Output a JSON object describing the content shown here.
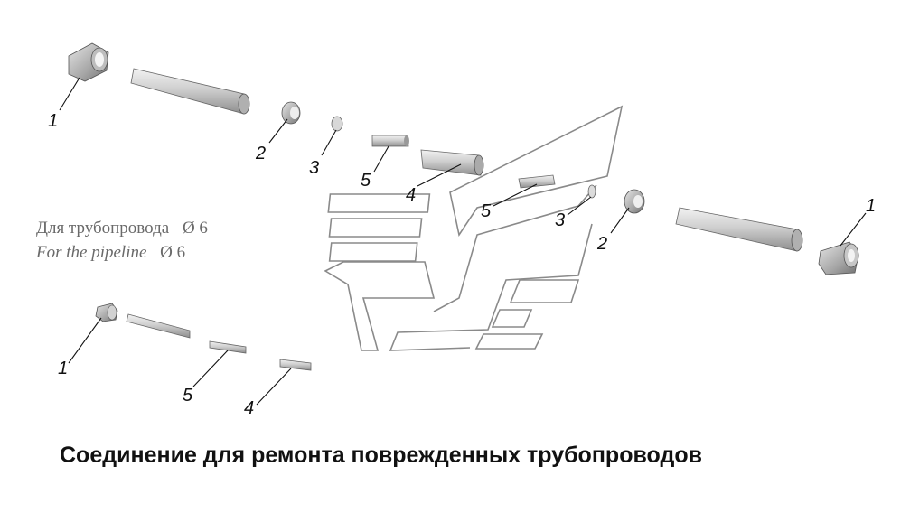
{
  "note": {
    "line_ru": "Для трубопровода",
    "line_en": "For the pipeline",
    "diameter_ru": "Ø 6",
    "diameter_en": "Ø 6"
  },
  "callouts": {
    "top_left_1": "1",
    "top_2": "2",
    "top_3": "3",
    "top_5": "5",
    "top_4": "4",
    "mid_5": "5",
    "mid_3": "3",
    "right_2": "2",
    "right_1": "1",
    "bottom_1": "1",
    "bottom_5": "5",
    "bottom_4": "4"
  },
  "caption": "Соединение для ремонта поврежденных трубопроводов"
}
